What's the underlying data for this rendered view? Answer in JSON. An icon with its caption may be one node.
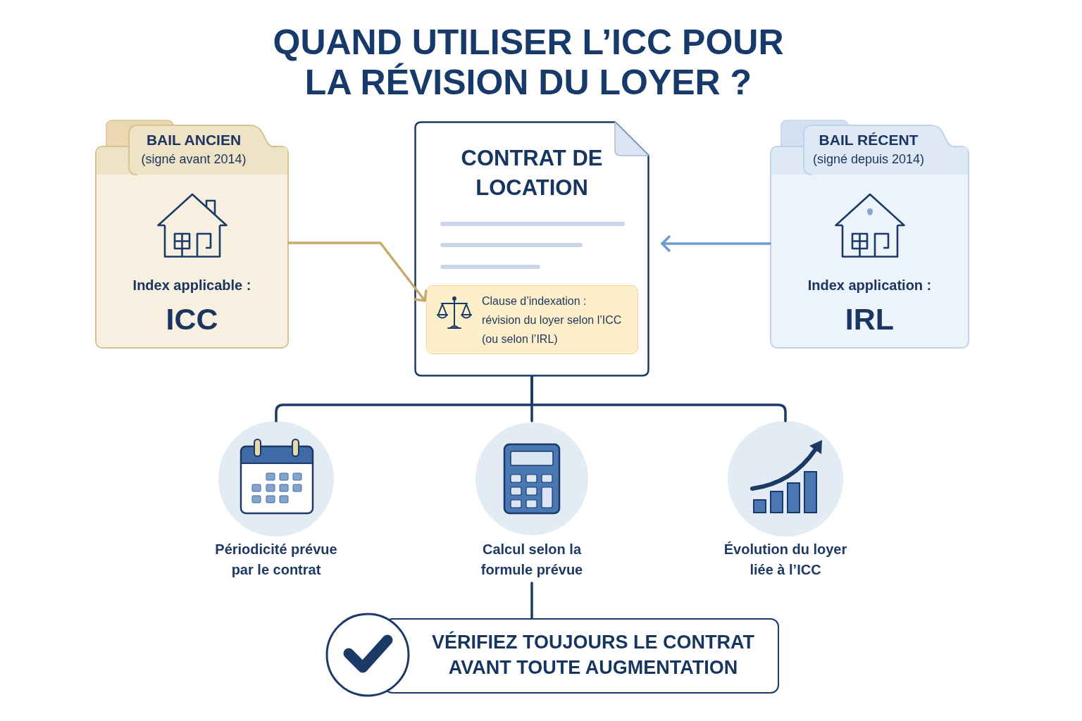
{
  "diagram": {
    "title": "QUAND UTILISER L’ICC POUR LA RÉVISION DU LOYER ?",
    "nodes": [
      {
        "text": [
          "BAIL ANCIEN",
          "(signé avant 2014)",
          "Index applicable :",
          "ICC"
        ]
      },
      {
        "text": [
          "CONTRAT DE LOCATION"
        ]
      },
      {
        "text": [
          "Clause d’indexation : révision du loyer selon l’ICC (ou selon l’IRL)"
        ],
        "in": 1
      },
      {
        "text": [
          "BAIL RÉCENT",
          "(signé depuis 2014)",
          "Index application :",
          "IRL"
        ]
      },
      {
        "text": [
          "Périodicité prévue par le contrat"
        ]
      },
      {
        "text": [
          "Calcul selon la formule prévue"
        ]
      },
      {
        "text": [
          "Évolution du loyer liée à l’ICC"
        ]
      },
      {
        "text": [
          "VÉRIFIEZ TOUJOURS LE CONTRAT AVANT TOUTE AUGMENTATION"
        ]
      }
    ],
    "edges": [
      {
        "from": 0,
        "to": 2,
        "arrow": "to",
        "color": "#c8a96e"
      },
      {
        "from": 3,
        "to": 1,
        "arrow": "to",
        "color": "#6d9ad3"
      },
      {
        "from": 1,
        "to": 4,
        "arrow": "none"
      },
      {
        "from": 1,
        "to": 5,
        "arrow": "none"
      },
      {
        "from": 1,
        "to": 6,
        "arrow": "none"
      },
      {
        "from": 5,
        "to": 7,
        "arrow": "none"
      }
    ]
  }
}
